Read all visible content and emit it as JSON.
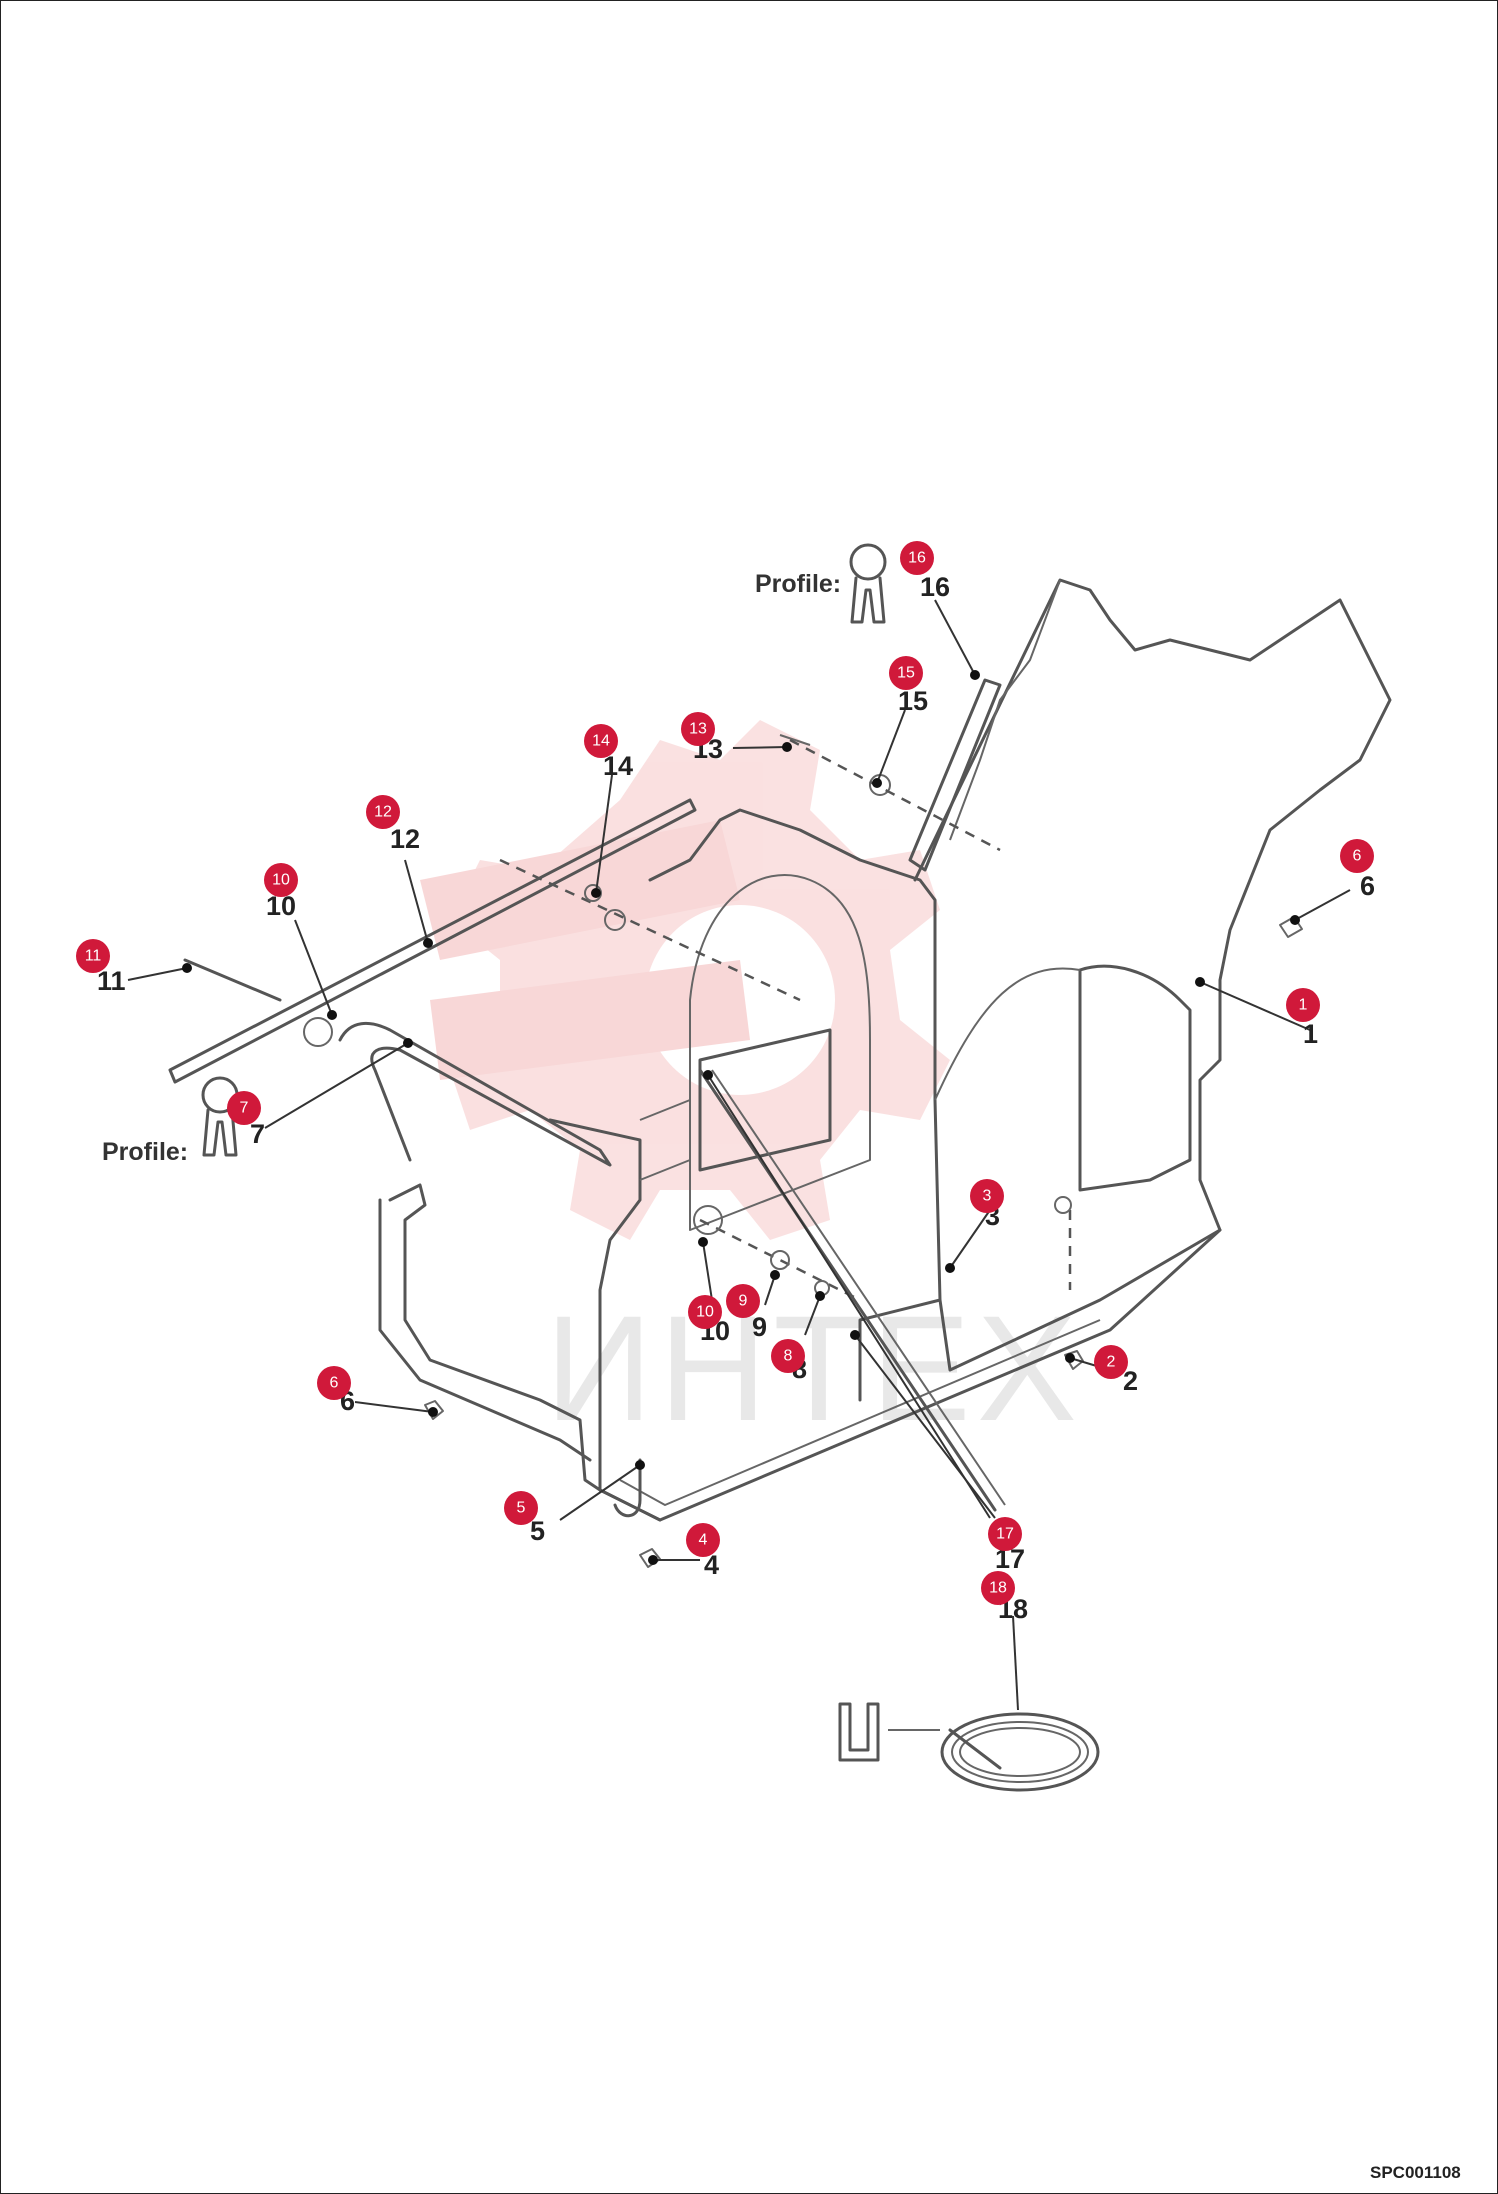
{
  "diagram": {
    "drawing_code": "SPC001108",
    "watermark_text": "ИНТЕХ",
    "profile_label": "Profile:",
    "callouts": [
      {
        "id": "1",
        "label": "1"
      },
      {
        "id": "2",
        "label": "2"
      },
      {
        "id": "3",
        "label": "3"
      },
      {
        "id": "4",
        "label": "4"
      },
      {
        "id": "5",
        "label": "5"
      },
      {
        "id": "6a",
        "label": "6"
      },
      {
        "id": "6b",
        "label": "6"
      },
      {
        "id": "7",
        "label": "7"
      },
      {
        "id": "8",
        "label": "8"
      },
      {
        "id": "9",
        "label": "9"
      },
      {
        "id": "10a",
        "label": "10"
      },
      {
        "id": "10b",
        "label": "10"
      },
      {
        "id": "11",
        "label": "11"
      },
      {
        "id": "12",
        "label": "12"
      },
      {
        "id": "13",
        "label": "13"
      },
      {
        "id": "14",
        "label": "14"
      },
      {
        "id": "15",
        "label": "15"
      },
      {
        "id": "16",
        "label": "16"
      },
      {
        "id": "17",
        "label": "17"
      },
      {
        "id": "18",
        "label": "18"
      }
    ],
    "colors": {
      "badge": "#d0193a",
      "watermark": "#f6c8c8",
      "line": "#555555"
    }
  }
}
